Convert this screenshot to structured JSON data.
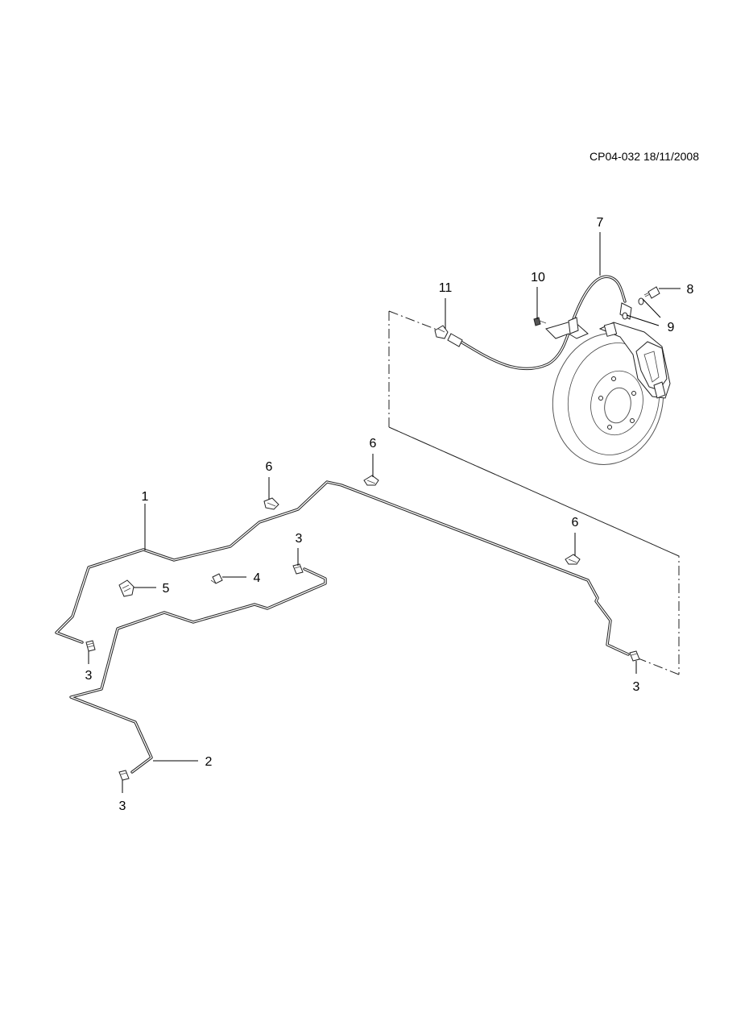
{
  "diagram": {
    "reference": "CP04-032 18/11/2008",
    "callouts": [
      {
        "id": "1",
        "label": "1",
        "part": "brake-pipe-front-to-left-rear"
      },
      {
        "id": "2",
        "label": "2",
        "part": "brake-pipe-lower"
      },
      {
        "id": "3a",
        "label": "3",
        "part": "pipe-flare-nut"
      },
      {
        "id": "3b",
        "label": "3",
        "part": "pipe-flare-nut"
      },
      {
        "id": "3c",
        "label": "3",
        "part": "pipe-flare-nut"
      },
      {
        "id": "3d",
        "label": "3",
        "part": "pipe-flare-nut"
      },
      {
        "id": "4",
        "label": "4",
        "part": "pipe-clip-single"
      },
      {
        "id": "5",
        "label": "5",
        "part": "pipe-clip-double"
      },
      {
        "id": "6a",
        "label": "6",
        "part": "pipe-retaining-clip"
      },
      {
        "id": "6b",
        "label": "6",
        "part": "pipe-retaining-clip"
      },
      {
        "id": "6c",
        "label": "6",
        "part": "pipe-retaining-clip"
      },
      {
        "id": "7",
        "label": "7",
        "part": "flexible-brake-hose"
      },
      {
        "id": "8",
        "label": "8",
        "part": "banjo-bolt"
      },
      {
        "id": "9",
        "label": "9",
        "part": "sealing-washer"
      },
      {
        "id": "10",
        "label": "10",
        "part": "bracket-bolt"
      },
      {
        "id": "11",
        "label": "11",
        "part": "hose-retaining-clip"
      }
    ]
  }
}
